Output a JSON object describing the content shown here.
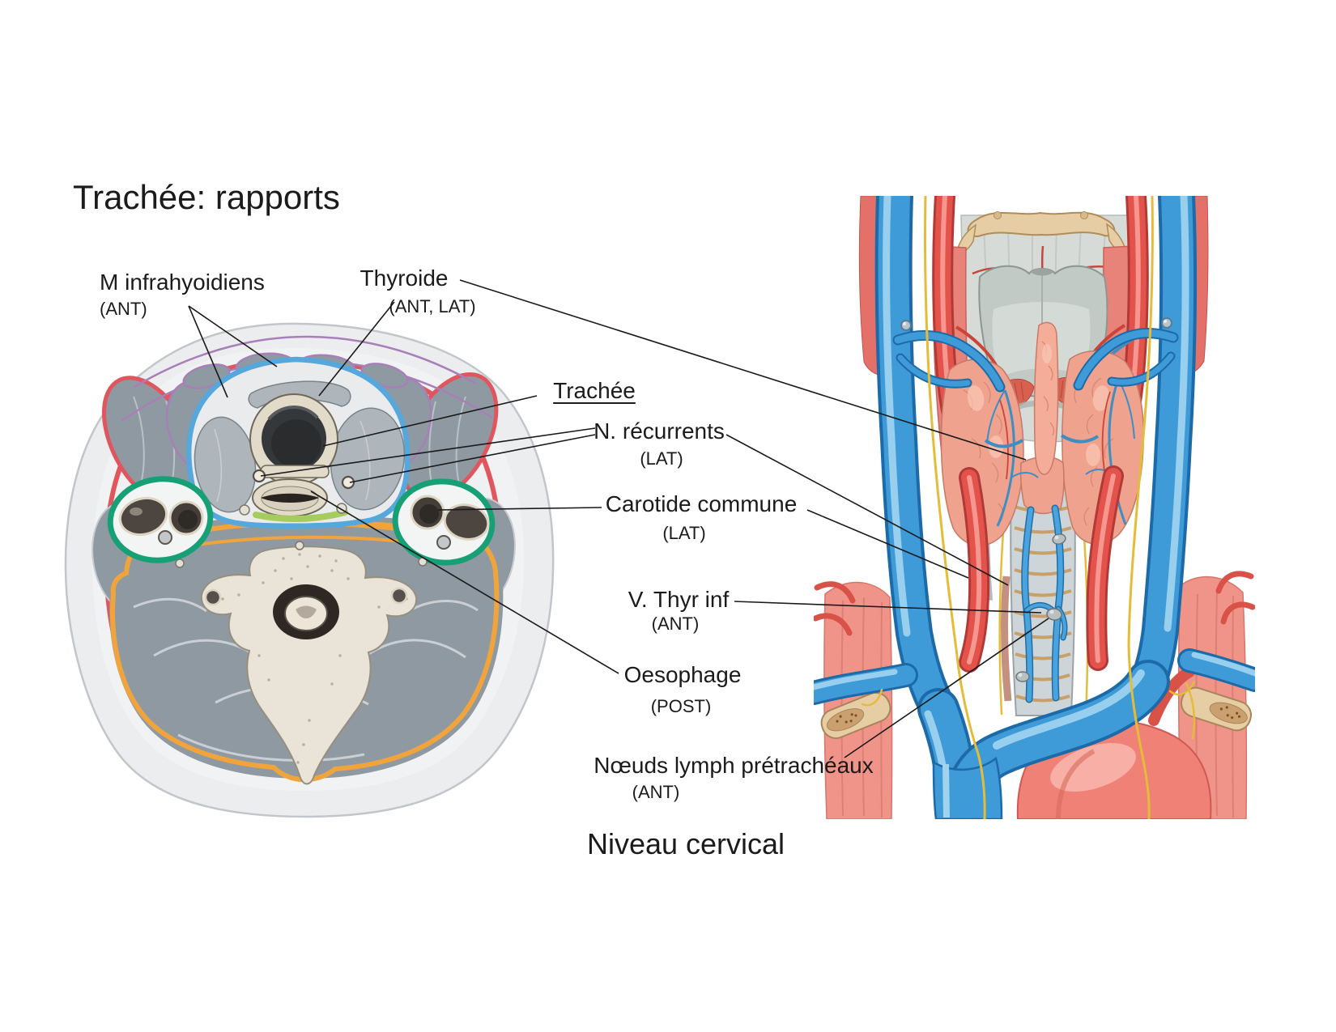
{
  "title": "Trachée: rapports",
  "caption": "Niveau cervical",
  "labels": {
    "infrahyoid": {
      "text": "M infrahyoidiens",
      "note": "(ANT)"
    },
    "thyroid": {
      "text": "Thyroide",
      "note": "(ANT, LAT)"
    },
    "trachea": {
      "text": "Trachée",
      "note": ""
    },
    "recurrents": {
      "text": "N. récurrents",
      "note": "(LAT)"
    },
    "carotid": {
      "text": "Carotide commune",
      "note": "(LAT)"
    },
    "inf_thyr_vein": {
      "text": "V. Thyr inf",
      "note": "(ANT)"
    },
    "esophagus": {
      "text": "Oesophage",
      "note": "(POST)"
    },
    "nodes": {
      "text": "Nœuds lymph prétrachéaux",
      "note": "(ANT)"
    }
  },
  "colors": {
    "text": "#1b1b1b",
    "leader_line": "#1a1a1a",
    "skin": "#ecedef",
    "muscle_gray": "#8f99a1",
    "bone_cream": "#e9e4d7",
    "cartilage": "#e2dbc9",
    "fascia_red": "#e0565e",
    "fascia_orange": "#f1a43c",
    "fascia_blue": "#56a7db",
    "fascia_green": "#17a076",
    "fascia_lightgreen": "#a6cb5e",
    "fascia_purple": "#a87fb8",
    "vein_blue": "#3f9ad8",
    "artery_red": "#e3534c",
    "muscle_red": "#f0948a",
    "thyroid_pink": "#efa28e",
    "nerve_yellow": "#e4bc3a",
    "hyoid_tan": "#e7cda4",
    "aorta_pink": "#ef8177",
    "trachea_gray": "#cdd5d8",
    "lumen_dark": "#35383b"
  }
}
